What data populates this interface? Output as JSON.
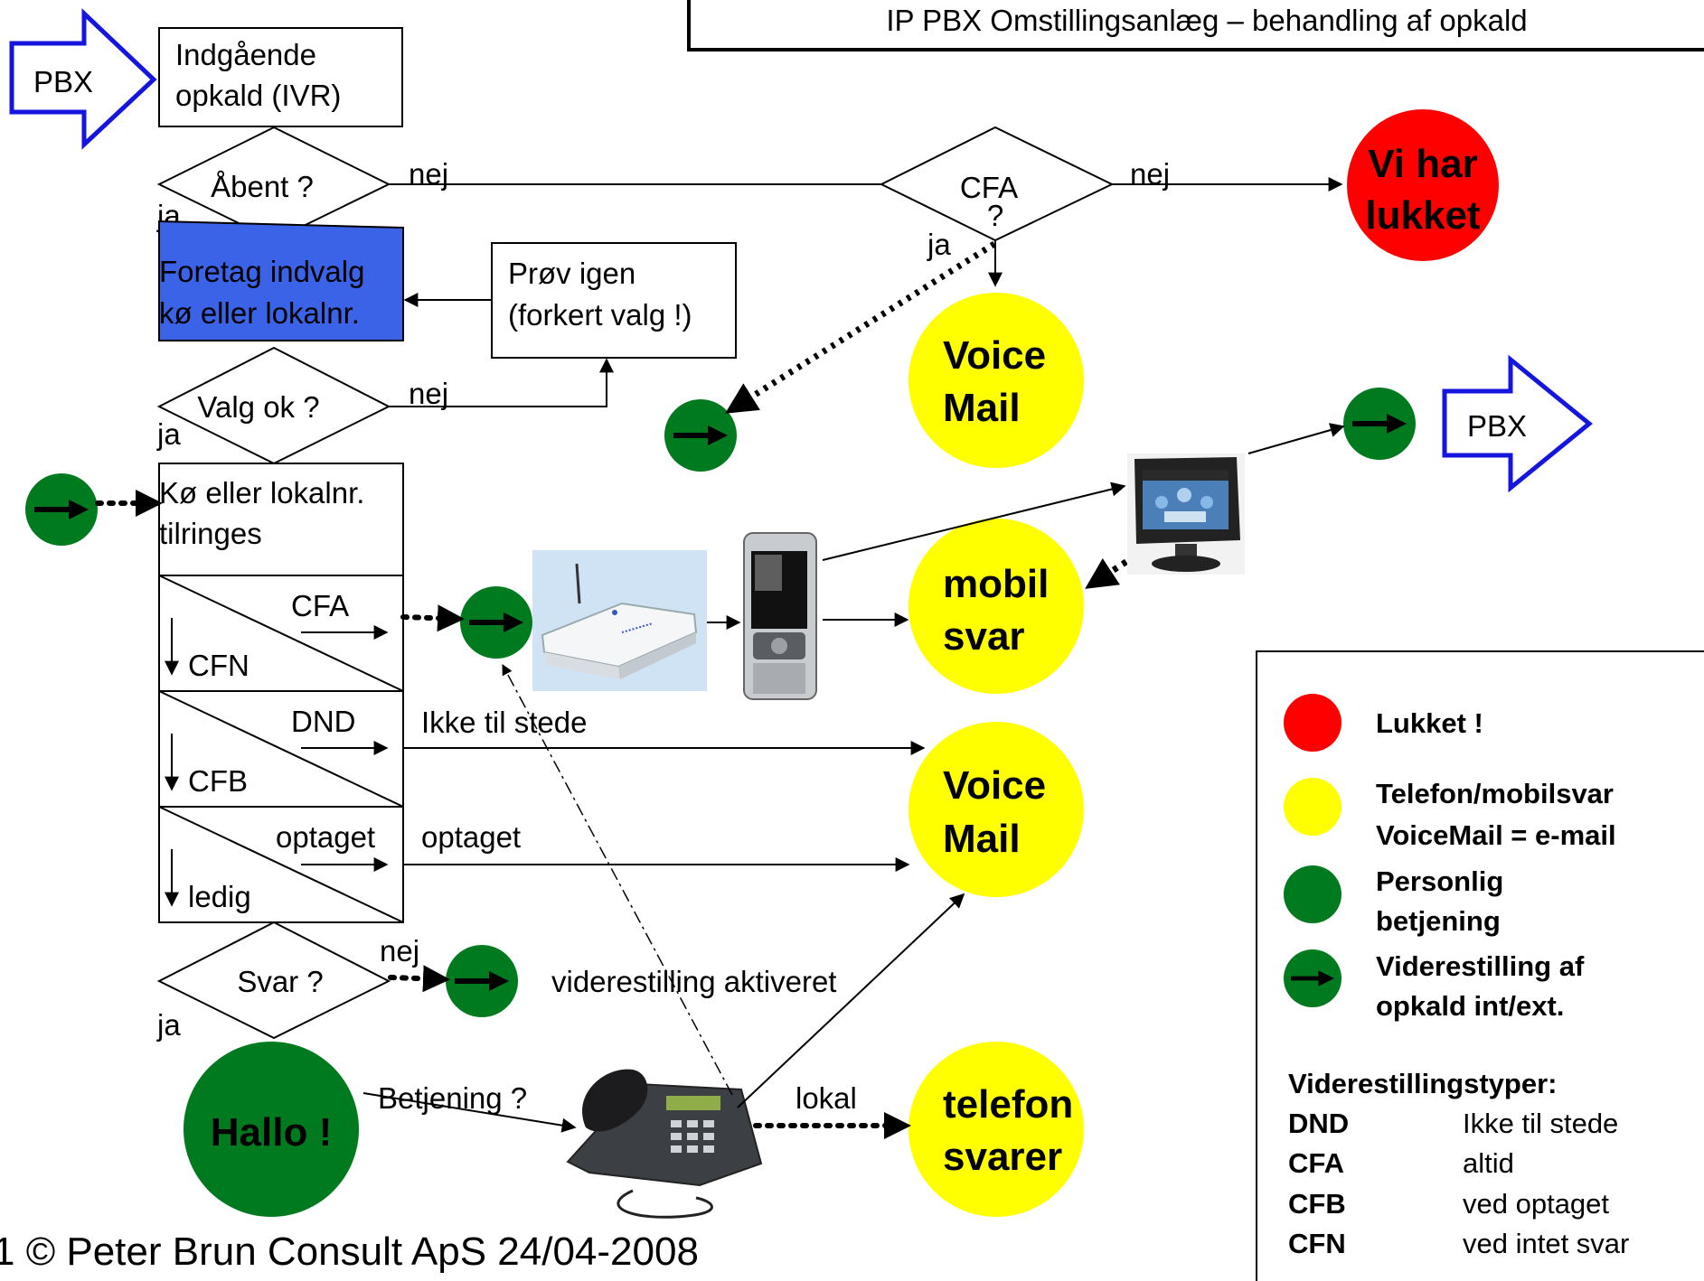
{
  "title": "IP PBX Omstillingsanlæg – behandling af opkald",
  "footer": "1 © Peter Brun Consult ApS 24/04-2008",
  "colors": {
    "red": "#ff0000",
    "yellow": "#ffff00",
    "green": "#007a1e",
    "blue_box": "#3a63e8",
    "pbx_arrow": "#1515e0"
  },
  "icons": {
    "router": "router-icon",
    "mobile": "mobile-phone-icon",
    "car_kit": "car-kit-icon",
    "desk_phone": "desk-phone-icon"
  },
  "flow": {
    "pbx_in": "PBX",
    "pbx_out": "PBX",
    "incoming": [
      "Indgående",
      "opkald (IVR)"
    ],
    "open_q": "Åbent ?",
    "choose": [
      "Foretag indvalg",
      "kø eller lokalnr."
    ],
    "retry": [
      "Prøv igen",
      "(forkert valg !)"
    ],
    "valid_q": "Valg ok ?",
    "ring": [
      "Kø eller lokalnr.",
      "tilringes"
    ],
    "cfa_q": [
      "CFA",
      "?"
    ],
    "closed": [
      "Vi har",
      "lukket"
    ],
    "voicemail1": [
      "Voice",
      "Mail"
    ],
    "voicemail2": [
      "Voice",
      "Mail"
    ],
    "mobile_answer": [
      "mobil",
      "svar"
    ],
    "answering_machine": [
      "telefon",
      "svarer"
    ],
    "hello": "Hallo !",
    "answer_q": "Svar ?",
    "rows": [
      {
        "top": "CFA",
        "bottom": "CFN"
      },
      {
        "top": "DND",
        "bottom": "CFB"
      },
      {
        "top": "optaget",
        "bottom": "ledig"
      }
    ],
    "labels": {
      "yes": "ja",
      "no": "nej",
      "not_present": "Ikke til stede",
      "busy": "optaget",
      "forward_active": "viderestilling aktiveret",
      "service": "Betjening ?",
      "local": "lokal"
    }
  },
  "legend": {
    "items": [
      "Lukket !",
      "Telefon/mobilsvar",
      "VoiceMail = e-mail",
      "Personlig",
      "betjening",
      "Viderestilling af",
      "opkald int/ext."
    ],
    "types_heading": "Viderestillingstyper:",
    "types": [
      {
        "code": "DND",
        "desc": "Ikke til stede"
      },
      {
        "code": "CFA",
        "desc": "altid"
      },
      {
        "code": "CFB",
        "desc": "ved optaget"
      },
      {
        "code": "CFN",
        "desc": "ved intet svar"
      }
    ]
  }
}
